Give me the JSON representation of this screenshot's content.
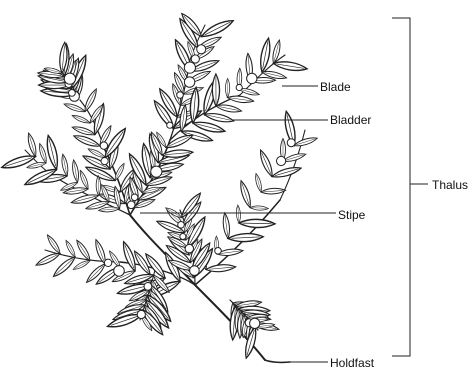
{
  "labels": {
    "blade": "Blade",
    "bladder": "Bladder",
    "stipe": "Stipe",
    "holdfast": "Holdfast",
    "thalus": "Thalus"
  },
  "colors": {
    "ink": "#222222",
    "background": "#ffffff"
  }
}
